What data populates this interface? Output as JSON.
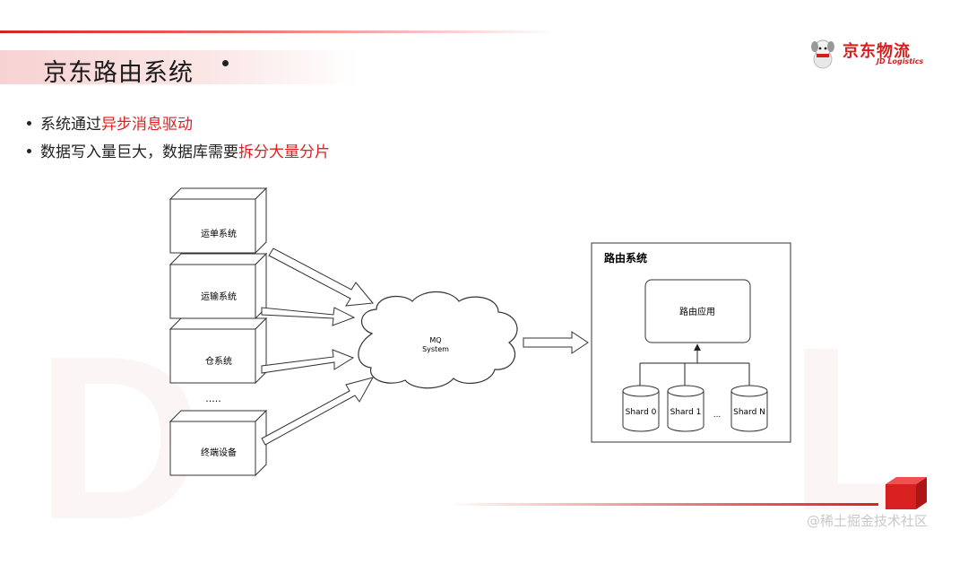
{
  "slide": {
    "title": "京东路由系统",
    "logo": {
      "name": "京东物流",
      "subname": "JD Logistics"
    },
    "bullets": [
      {
        "plain": "系统通过",
        "highlight": "异步消息驱动"
      },
      {
        "plain": "数据写入量巨大，数据库需要",
        "highlight": "拆分大量分片"
      }
    ],
    "watermark": "@稀土掘金技术社区"
  },
  "diagram": {
    "sources": [
      "运单系统",
      "运输系统",
      "仓系统",
      "终端设备"
    ],
    "ellipsis": ".....",
    "mq_line1": "MQ",
    "mq_line2": "System",
    "routing_title": "路由系统",
    "app_label": "路由应用",
    "shards": [
      "Shard 0",
      "Shard 1",
      "Shard N"
    ],
    "shard_ellipsis": "..."
  }
}
